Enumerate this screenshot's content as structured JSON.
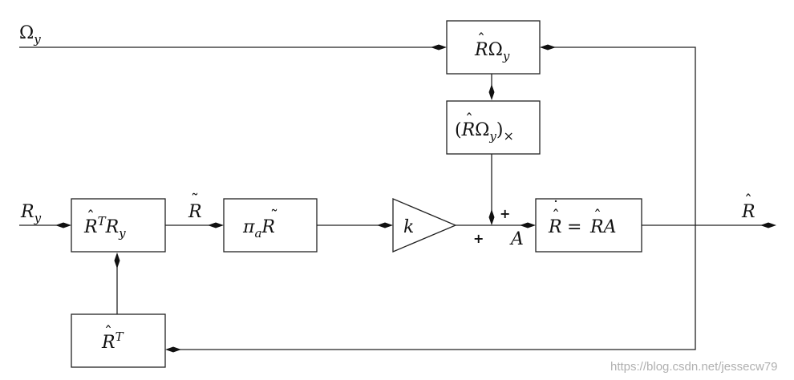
{
  "inputs": {
    "omega_y": {
      "base": "Ω",
      "sub": "y"
    },
    "r_y": {
      "base": "R",
      "sub": "y"
    }
  },
  "blocks": {
    "r_omega": {
      "hat": "ˆ",
      "main": "R",
      "rest": "Ω",
      "sub": "y"
    },
    "r_omega_cross": {
      "open": "(",
      "hat": "ˆ",
      "main": "R",
      "rest": "Ω",
      "sub": "y",
      "close": ")",
      "cross": "×"
    },
    "rt_ry": {
      "hat": "ˆ",
      "main": "R",
      "sup": "T",
      "rest": "R",
      "sub": "y"
    },
    "pi_r": {
      "pre": "π",
      "pre_sub": "a",
      "tilde": "˜",
      "main": "R"
    },
    "gain": {
      "label": "k"
    },
    "integrator": {
      "dot": "˙",
      "hat": "ˆ",
      "lhs": "R",
      "eq": "=",
      "hat2": "ˆ",
      "rhs": "RA"
    },
    "rt": {
      "hat": "ˆ",
      "main": "R",
      "sup": "T"
    }
  },
  "signals": {
    "r_tilde": {
      "tilde": "˜",
      "main": "R"
    },
    "a_label": "A",
    "r_hat_out": {
      "hat": "ˆ",
      "main": "R"
    }
  },
  "summer": {
    "plus_top": "+",
    "plus_bottom": "+"
  },
  "watermark": "https://blog.csdn.net/jessecw79"
}
